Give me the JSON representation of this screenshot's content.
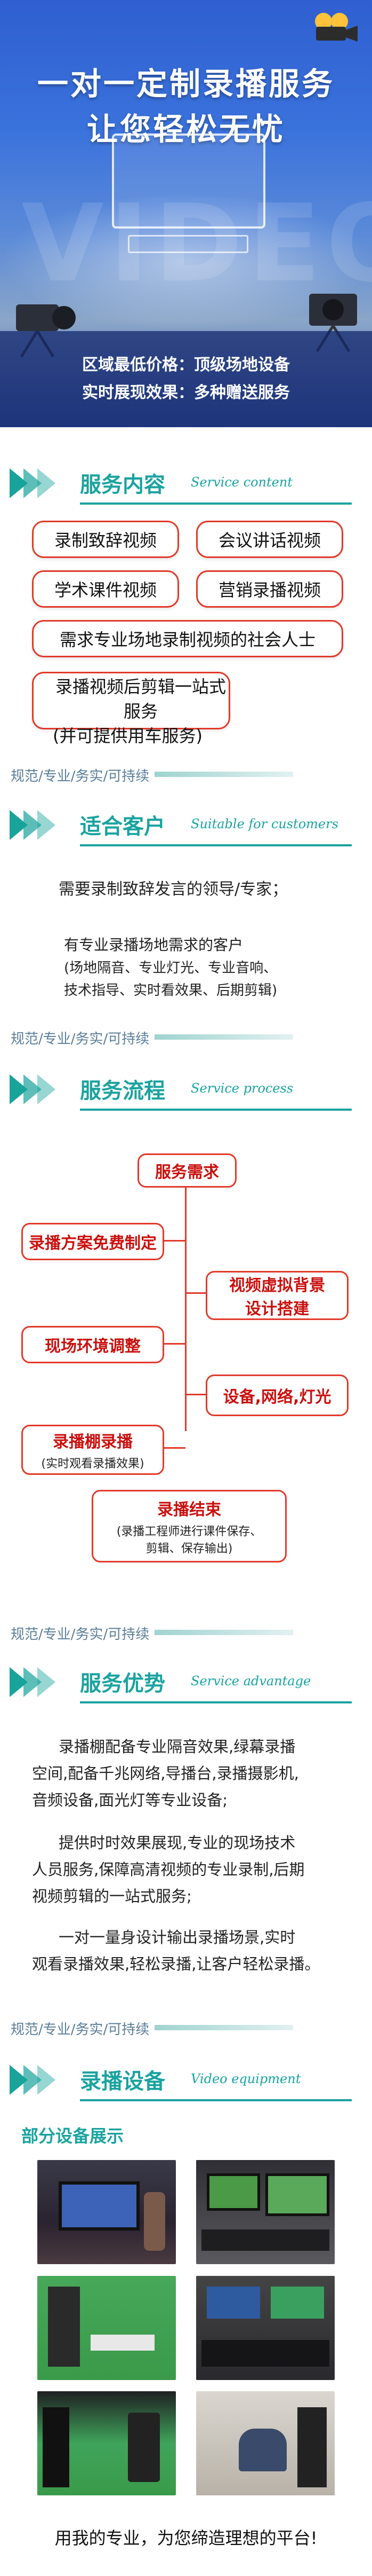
{
  "hero": {
    "title_line1": "一对一定制录播服务",
    "title_line2": "让您轻松无忧",
    "info_line1": "区域最低价格：顶级场地设备",
    "info_line2": "实时展现效果：多种赠送服务",
    "watermark": "VIDEO"
  },
  "tagline": "规范/专业/务实/可持续",
  "sections": {
    "service_content": {
      "title": "服务内容",
      "en": "Service content",
      "items": [
        "录制致辞视频",
        "会议讲话视频",
        "学术课件视频",
        "营销录播视频",
        "需求专业场地录制视频的社会人士",
        "录播视频后剪辑一站式服务",
        "(并可提供用车服务)"
      ]
    },
    "customers": {
      "title": "适合客户",
      "en": "Suitable for customers",
      "line1": "需要录制致辞发言的领导/专家；",
      "line2": "有专业录播场地需求的客户",
      "line3": "(场地隔音、专业灯光、专业音响、",
      "line4": "技术指导、实时看效果、后期剪辑)"
    },
    "process": {
      "title": "服务流程",
      "en": "Service process",
      "demand": "服务需求",
      "plan": "录播方案免费制定",
      "virtual": "视频虚拟背景",
      "virtual2": "设计搭建",
      "site": "现场环境调整",
      "equipment": "设备,网络,灯光",
      "studio": "录播棚录播",
      "studio_note": "(实时观看录播效果)",
      "end": "录播结束",
      "end_note1": "(录播工程师进行课件保存、",
      "end_note2": "剪辑、保存输出)"
    },
    "advantage": {
      "title": "服务优势",
      "en": "Service advantage",
      "p1a": "录播棚配备专业隔音效果,绿幕录播",
      "p1b": "空间,配备千兆网络,导播台,录播摄影机,",
      "p1c": "音频设备,面光灯等专业设备;",
      "p2a": "提供时时效果展现,专业的现场技术",
      "p2b": "人员服务,保障高清视频的专业录制,后期",
      "p2c": "视频剪辑的一站式服务;",
      "p3a": "一对一量身设计输出录播场景,实时",
      "p3b": "观看录播效果,轻松录播,让客户轻松录播。"
    },
    "equipment": {
      "title": "录播设备",
      "en": "Video equipment",
      "subtitle": "部分设备展示",
      "footer": "用我的专业，为您缔造理想的平台!"
    }
  },
  "colors": {
    "accent": "#1aa3a0",
    "red": "#e23a2a",
    "hero_blue": "#2f5fd0"
  }
}
